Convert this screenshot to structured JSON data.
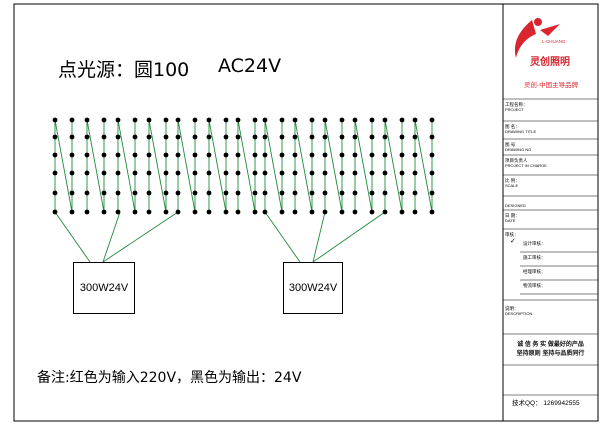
{
  "drawing": {
    "title_text": "点光源：圆100",
    "title_voltage": "AC24V",
    "note": "备注:红色为输入220V，黑色为输出：24V",
    "psu_1_label": "300W24V",
    "psu_2_label": "300W24V",
    "wire_color": "#1f8a3b",
    "node_color": "#000000"
  },
  "title_block": {
    "brand_name": "灵创照明",
    "brand_latin": "L-CHUANG",
    "brand_slogan": "灵创-中国主导品牌",
    "brand_color": "#d9262e",
    "project_cn": "工程名称：",
    "project_en": "PROJECT",
    "drawing_title_cn": "图  名：",
    "drawing_title_en": "DRAWING TITLE",
    "drawing_no_cn": "图  号",
    "drawing_no_en": "DRAWING NO",
    "in_charge_cn": "项目负责人",
    "in_charge_en": "PROJECT IN CHARGE",
    "scale_cn": "比  例：",
    "scale_en": "SCALE",
    "designed_en": "DESIGNED",
    "date_cn": "日  期：",
    "date_en": "DATE",
    "review_label": "审核：",
    "review_1": "设计审核：",
    "review_2": "施工审核：",
    "review_3": "经理审核：",
    "review_4": "物流审核：",
    "description_cn": "说明：",
    "description_en": "DESCRIPTION",
    "slogan_line_1": "诚 信  务 实  做最好的产品",
    "slogan_line_2": "坚持原则  坚持与品质同行",
    "phone": "技术QQ：  1269942555"
  }
}
